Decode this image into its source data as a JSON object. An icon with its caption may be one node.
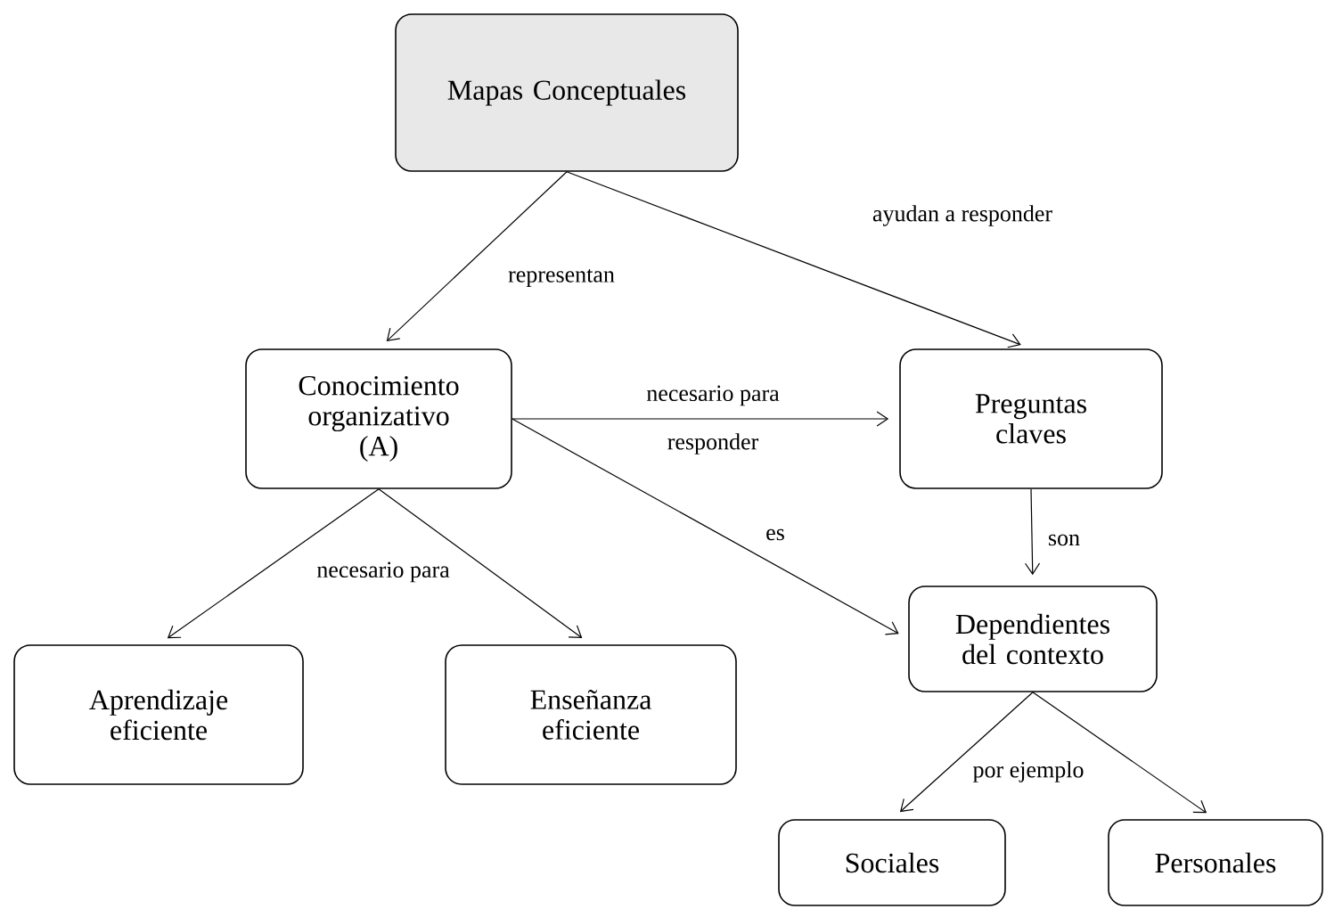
{
  "diagram": {
    "nodes": [
      {
        "text": [
          "Mapas Conceptuales"
        ]
      },
      {
        "text": [
          "Conocimiento organizativo (A)"
        ]
      },
      {
        "text": [
          "Preguntas claves"
        ]
      },
      {
        "text": [
          "Aprendizaje eficiente"
        ]
      },
      {
        "text": [
          "Enseñanza eficiente"
        ]
      },
      {
        "text": [
          "Dependientes del contexto"
        ]
      },
      {
        "text": [
          "Sociales"
        ]
      },
      {
        "text": [
          "Personales"
        ]
      }
    ],
    "edges": [
      {
        "from": 0,
        "to": 1,
        "arrow": "to",
        "label": "representan"
      },
      {
        "from": 0,
        "to": 2,
        "arrow": "to",
        "label": "ayudan a responder"
      },
      {
        "from": 1,
        "to": 2,
        "arrow": "to",
        "label": "necesario para"
      },
      {
        "from": 1,
        "to": 3,
        "arrow": "to",
        "label": "necesario para"
      },
      {
        "from": 1,
        "to": 4,
        "arrow": "to"
      },
      {
        "from": 1,
        "to": 5,
        "arrow": "to",
        "label": "es"
      },
      {
        "from": 2,
        "to": 5,
        "arrow": "to",
        "label": "son"
      },
      {
        "from": 5,
        "to": 6,
        "arrow": "to",
        "label": "por ejemplo"
      },
      {
        "from": 5,
        "to": 7,
        "arrow": "to"
      }
    ],
    "labels": [
      "responder"
    ]
  }
}
